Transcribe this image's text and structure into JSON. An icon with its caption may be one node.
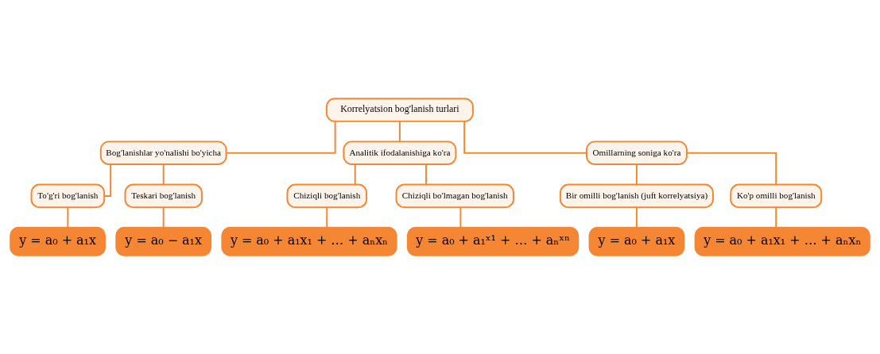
{
  "diagram": {
    "nodes": [
      {
        "text": [
          "Korrelyatsion bog'lanish turlari"
        ]
      },
      {
        "text": [
          "Bog'lanishlar yo'nalishi bo'yicha"
        ]
      },
      {
        "text": [
          "Analitik ifodalanishiga ko'ra"
        ]
      },
      {
        "text": [
          "Omillarning soniga ko'ra"
        ]
      },
      {
        "text": [
          "To'g'ri bog'lanish"
        ]
      },
      {
        "text": [
          "Teskari bog'lanish"
        ]
      },
      {
        "text": [
          "Chiziqli bog'lanish"
        ]
      },
      {
        "text": [
          "Chiziqli bo'lmagan bog'lanish"
        ]
      },
      {
        "text": [
          "Bir omilli bog'lanish (juft korrelyatsiya)"
        ]
      },
      {
        "text": [
          "Ko'p omilli bog'lanish"
        ]
      },
      {
        "text": [
          "y = a₀ + a₁x"
        ]
      },
      {
        "text": [
          "y = a₀ − a₁x"
        ]
      },
      {
        "text": [
          "y = a₀ + a₁x₁ + … + aₙxₙ"
        ]
      },
      {
        "text": [
          "y = a₀ + a₁ˣ¹ + … + aₙˣⁿ"
        ]
      },
      {
        "text": [
          "y = a₀ + a₁x"
        ]
      },
      {
        "text": [
          "y = a₀ + a₁x₁ + … + aₙxₙ"
        ]
      }
    ],
    "edges": [
      {
        "from": 0,
        "to": 1,
        "arrow": "none"
      },
      {
        "from": 0,
        "to": 2,
        "arrow": "none"
      },
      {
        "from": 0,
        "to": 3,
        "arrow": "none"
      },
      {
        "from": 1,
        "to": 4,
        "arrow": "none"
      },
      {
        "from": 1,
        "to": 5,
        "arrow": "none"
      },
      {
        "from": 2,
        "to": 6,
        "arrow": "none"
      },
      {
        "from": 2,
        "to": 7,
        "arrow": "none"
      },
      {
        "from": 3,
        "to": 8,
        "arrow": "none"
      },
      {
        "from": 3,
        "to": 9,
        "arrow": "none"
      },
      {
        "from": 4,
        "to": 10,
        "arrow": "none"
      },
      {
        "from": 5,
        "to": 11,
        "arrow": "none"
      },
      {
        "from": 6,
        "to": 12,
        "arrow": "none"
      },
      {
        "from": 7,
        "to": 13,
        "arrow": "none"
      },
      {
        "from": 8,
        "to": 14,
        "arrow": "none"
      },
      {
        "from": 9,
        "to": 15,
        "arrow": "none"
      }
    ]
  }
}
